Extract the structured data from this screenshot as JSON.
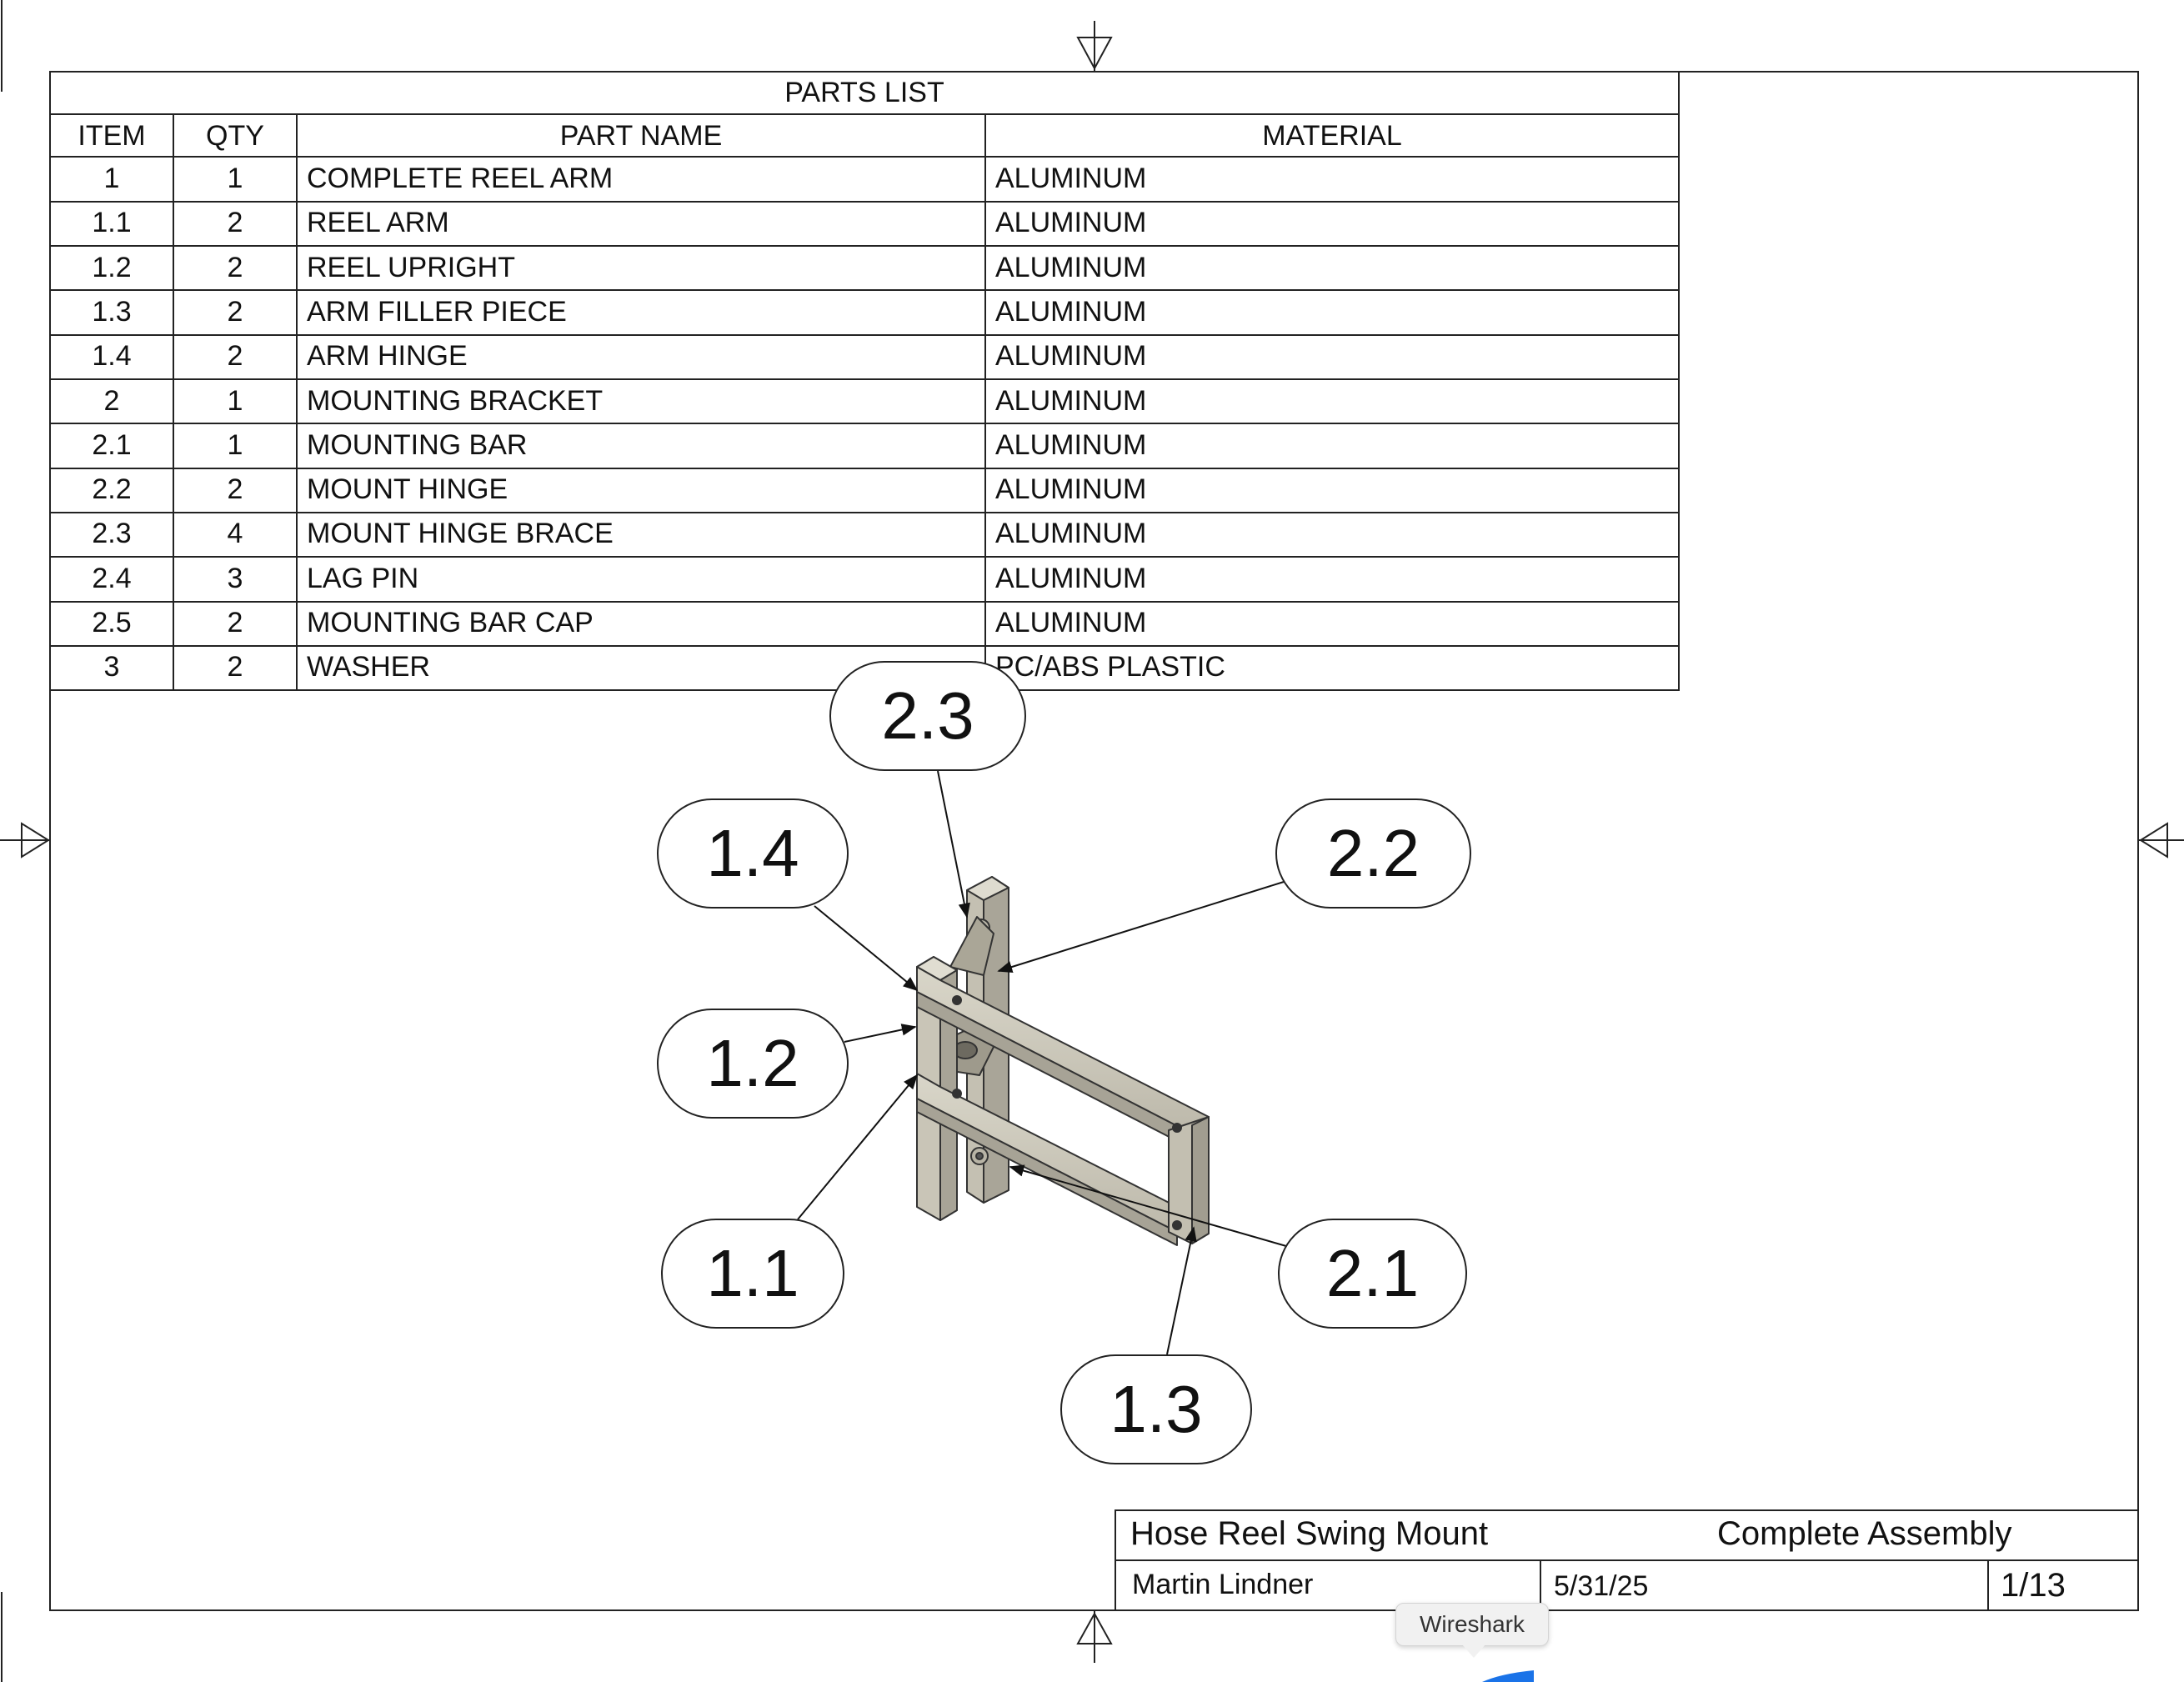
{
  "parts_list": {
    "title": "PARTS LIST",
    "headers": {
      "item": "ITEM",
      "qty": "QTY",
      "part_name": "PART NAME",
      "material": "MATERIAL"
    },
    "rows": [
      {
        "item": "1",
        "qty": "1",
        "name": "COMPLETE REEL ARM",
        "material": "ALUMINUM"
      },
      {
        "item": "1.1",
        "qty": "2",
        "name": "REEL ARM",
        "material": "ALUMINUM"
      },
      {
        "item": "1.2",
        "qty": "2",
        "name": "REEL UPRIGHT",
        "material": "ALUMINUM"
      },
      {
        "item": "1.3",
        "qty": "2",
        "name": "ARM FILLER PIECE",
        "material": "ALUMINUM"
      },
      {
        "item": "1.4",
        "qty": "2",
        "name": "ARM HINGE",
        "material": "ALUMINUM"
      },
      {
        "item": "2",
        "qty": "1",
        "name": "MOUNTING BRACKET",
        "material": "ALUMINUM"
      },
      {
        "item": "2.1",
        "qty": "1",
        "name": "MOUNTING BAR",
        "material": "ALUMINUM"
      },
      {
        "item": "2.2",
        "qty": "2",
        "name": "MOUNT HINGE",
        "material": "ALUMINUM"
      },
      {
        "item": "2.3",
        "qty": "4",
        "name": "MOUNT HINGE BRACE",
        "material": "ALUMINUM"
      },
      {
        "item": "2.4",
        "qty": "3",
        "name": "LAG PIN",
        "material": "ALUMINUM"
      },
      {
        "item": "2.5",
        "qty": "2",
        "name": "MOUNTING BAR CAP",
        "material": "ALUMINUM"
      },
      {
        "item": "3",
        "qty": "2",
        "name": "WASHER",
        "material": "PC/ABS PLASTIC"
      }
    ]
  },
  "balloons": {
    "b23": "2.3",
    "b14": "1.4",
    "b22": "2.2",
    "b12": "1.2",
    "b11": "1.1",
    "b21": "2.1",
    "b13": "1.3"
  },
  "title_block": {
    "project": "Hose Reel Swing Mount",
    "sheet_title": "Complete Assembly",
    "author": "Martin Lindner",
    "date": "5/31/25",
    "sheet": "1/13"
  },
  "tooltip": {
    "label": "Wireshark"
  },
  "colors": {
    "part_fill": "#c8c4b6",
    "part_dark": "#8f8b7e",
    "line": "#222222",
    "accent": "#1a73e8"
  }
}
